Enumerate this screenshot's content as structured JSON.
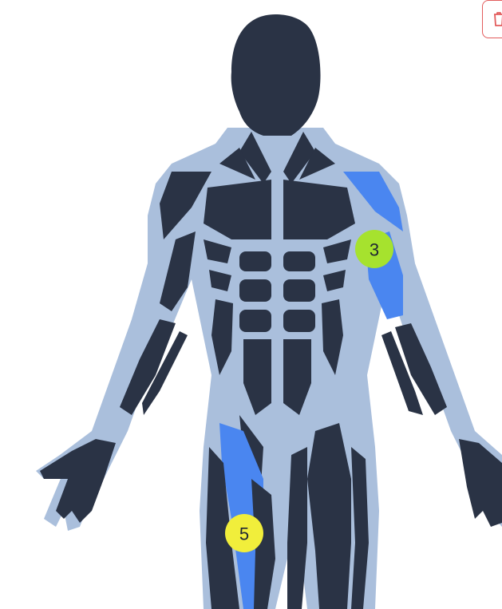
{
  "markers": [
    {
      "label": "3",
      "color": "#a6e22e",
      "muscle": "biceps"
    },
    {
      "label": "5",
      "color": "#f1ee3b",
      "muscle": "quadriceps"
    }
  ],
  "colors": {
    "muscle": "#2a3345",
    "outline": "#aabfdc",
    "highlight": "#4a86f0",
    "delete_border": "#e25c5c"
  },
  "icons": {
    "delete": "trash-icon"
  }
}
